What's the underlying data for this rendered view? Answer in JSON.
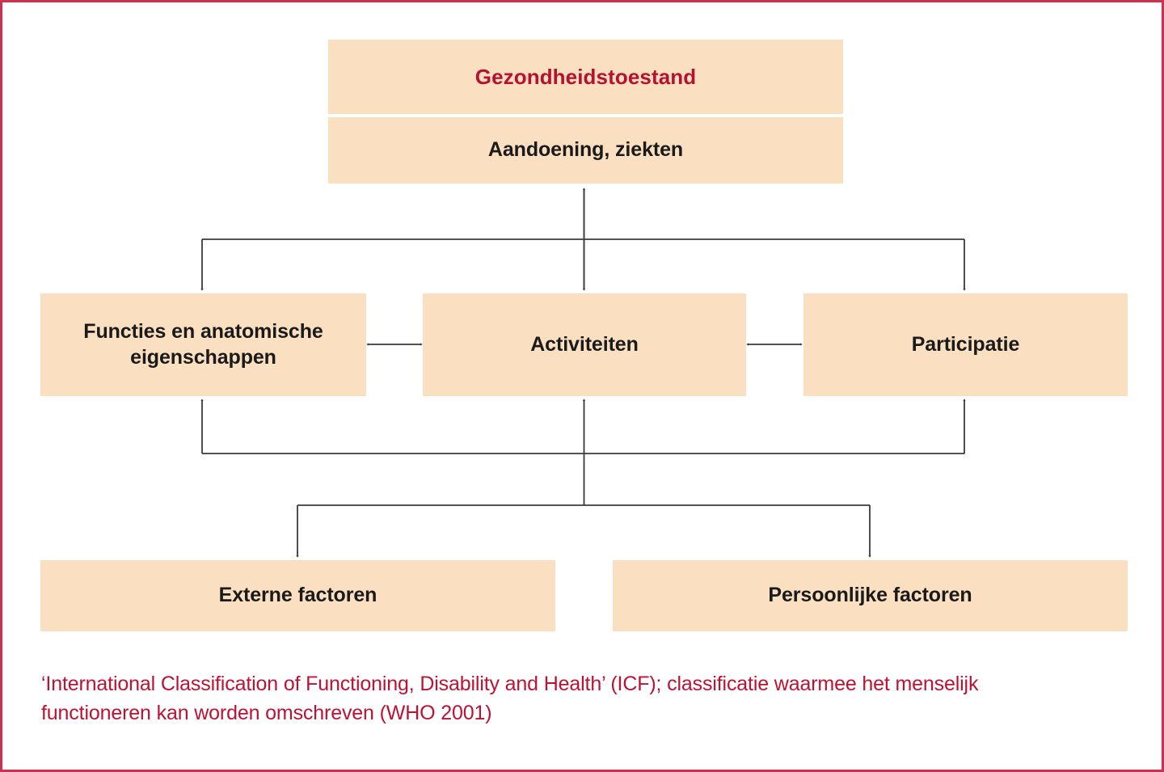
{
  "document": {
    "title": "ICF model schema",
    "border_color": "#cf3050",
    "background": "#ffffff"
  },
  "theme": {
    "box_fill": "#fbdfc1",
    "accent_red": "#b5122f",
    "caption_red": "#bd1233",
    "text_dark": "#1a1a1a",
    "arrow_color": "#3a3a3a",
    "divider": "#ffffff"
  },
  "diagram": {
    "type": "flowchart",
    "health_condition": {
      "title": "Gezondheidstoestand",
      "subtitle": "Aandoening, ziekten"
    },
    "middle_row": [
      {
        "id": "functions",
        "label": "Functies en anatomische eigenschappen"
      },
      {
        "id": "activities",
        "label": "Activiteiten"
      },
      {
        "id": "participation",
        "label": "Participatie"
      }
    ],
    "bottom_row": [
      {
        "id": "external",
        "label": "Externe factoren"
      },
      {
        "id": "personal",
        "label": "Persoonlijke factoren"
      }
    ],
    "connectors": [
      {
        "from": "health_condition",
        "to": "activities",
        "style": "double-headed-vertical"
      },
      {
        "from": "health_condition",
        "to": "functions",
        "style": "bus-down"
      },
      {
        "from": "health_condition",
        "to": "participation",
        "style": "bus-down"
      },
      {
        "from": "functions",
        "to": "activities",
        "style": "double-headed-horizontal"
      },
      {
        "from": "activities",
        "to": "participation",
        "style": "double-headed-horizontal"
      },
      {
        "from": "external",
        "to": "functions",
        "style": "bus-up"
      },
      {
        "from": "external",
        "to": "activities",
        "style": "bus-up"
      },
      {
        "from": "external",
        "to": "participation",
        "style": "bus-up"
      },
      {
        "from": "activities_bus",
        "to": "external",
        "style": "bus-down"
      },
      {
        "from": "activities_bus",
        "to": "personal",
        "style": "bus-down"
      }
    ]
  },
  "caption": {
    "text": "‘International Classification of Functioning, Disability and Health’ (ICF); classificatie waarmee het menselijk functioneren kan worden omschreven (WHO 2001)"
  }
}
